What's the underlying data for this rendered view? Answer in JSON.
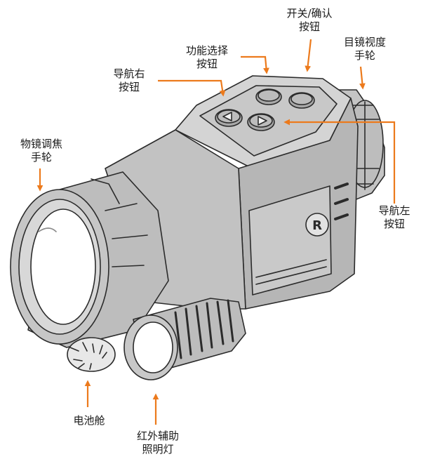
{
  "colors": {
    "arrow": "#ec7a1c",
    "body": "#bdbdbd",
    "body_light": "#d4d4d4",
    "body_dark": "#9c9c9c",
    "outline": "#2b2b2b"
  },
  "device": {
    "logo": "R"
  },
  "labels": {
    "power_confirm": [
      "开关/确认",
      "按钮"
    ],
    "eyepiece_focus": [
      "目镜视度",
      "手轮"
    ],
    "function_select": [
      "功能选择",
      "按钮"
    ],
    "nav_right": [
      "导航右",
      "按钮"
    ],
    "objective_focus": [
      "物镜调焦",
      "手轮"
    ],
    "nav_left": [
      "导航左",
      "按钮"
    ],
    "battery": [
      "电池舱"
    ],
    "ir_illuminator": [
      "红外辅助",
      "照明灯"
    ]
  }
}
